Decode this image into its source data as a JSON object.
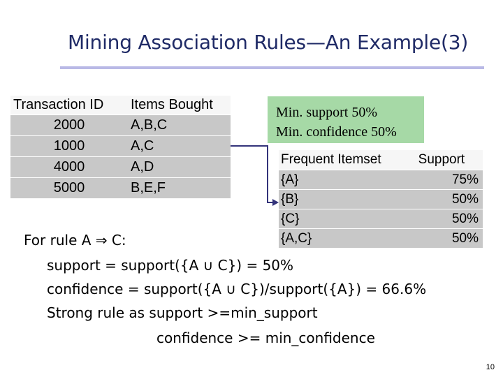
{
  "slide": {
    "title": "Mining Association Rules—An Example(3)",
    "page_number": "10"
  },
  "transactions": {
    "headers": [
      "Transaction ID",
      "Items Bought"
    ],
    "rows": [
      [
        "2000",
        "A,B,C"
      ],
      [
        "1000",
        "A,C"
      ],
      [
        "4000",
        "A,D"
      ],
      [
        "5000",
        "B,E,F"
      ]
    ]
  },
  "thresholds": {
    "min_support": "Min. support 50%",
    "min_confidence": "Min. confidence 50%"
  },
  "frequent_itemsets": {
    "headers": [
      "Frequent Itemset",
      "Support"
    ],
    "rows": [
      [
        "{A}",
        "75%"
      ],
      [
        "{B}",
        "50%"
      ],
      [
        "{C}",
        "50%"
      ],
      [
        "{A,C}",
        "50%"
      ]
    ]
  },
  "rule": {
    "line1": "For rule A ⇒ C:",
    "line2": "support = support({A ∪ C}) = 50%",
    "line3": "confidence = support({A ∪ C})/support({A}) = 66.6%",
    "line4": "Strong rule as support >=min_support",
    "line5": "confidence >= min_confidence"
  },
  "colors": {
    "title": "#1f2a66",
    "title_rule": "#b9b9e6",
    "table_bg": "#c8c8c8",
    "threshold_box": "#a6d9a6",
    "connector": "#33337a"
  }
}
